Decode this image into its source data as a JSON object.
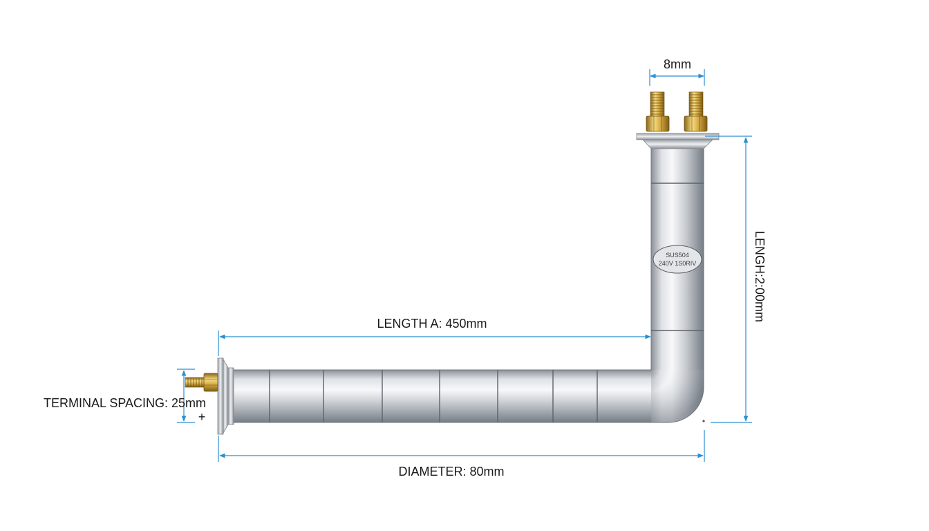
{
  "dimensions": {
    "top_spacing": "8mm",
    "vertical_length": "LENGH:2:00mm",
    "length_a": "LENGTH A: 450mm",
    "terminal_spacing": "TERMINAL SPACING: 25mm",
    "plus_sign": "+",
    "diameter": "DIAMETER: 80mm"
  },
  "label_plate": {
    "line1": "SUS504",
    "line2": "240V 1S0RIV"
  },
  "colors": {
    "dimension_line": "#2a8fd0",
    "steel_light": "#f2f4f6",
    "steel_mid": "#bfc4ca",
    "steel_dark": "#7e858d",
    "brass_light": "#f3d77a",
    "brass_dark": "#9a7420"
  }
}
